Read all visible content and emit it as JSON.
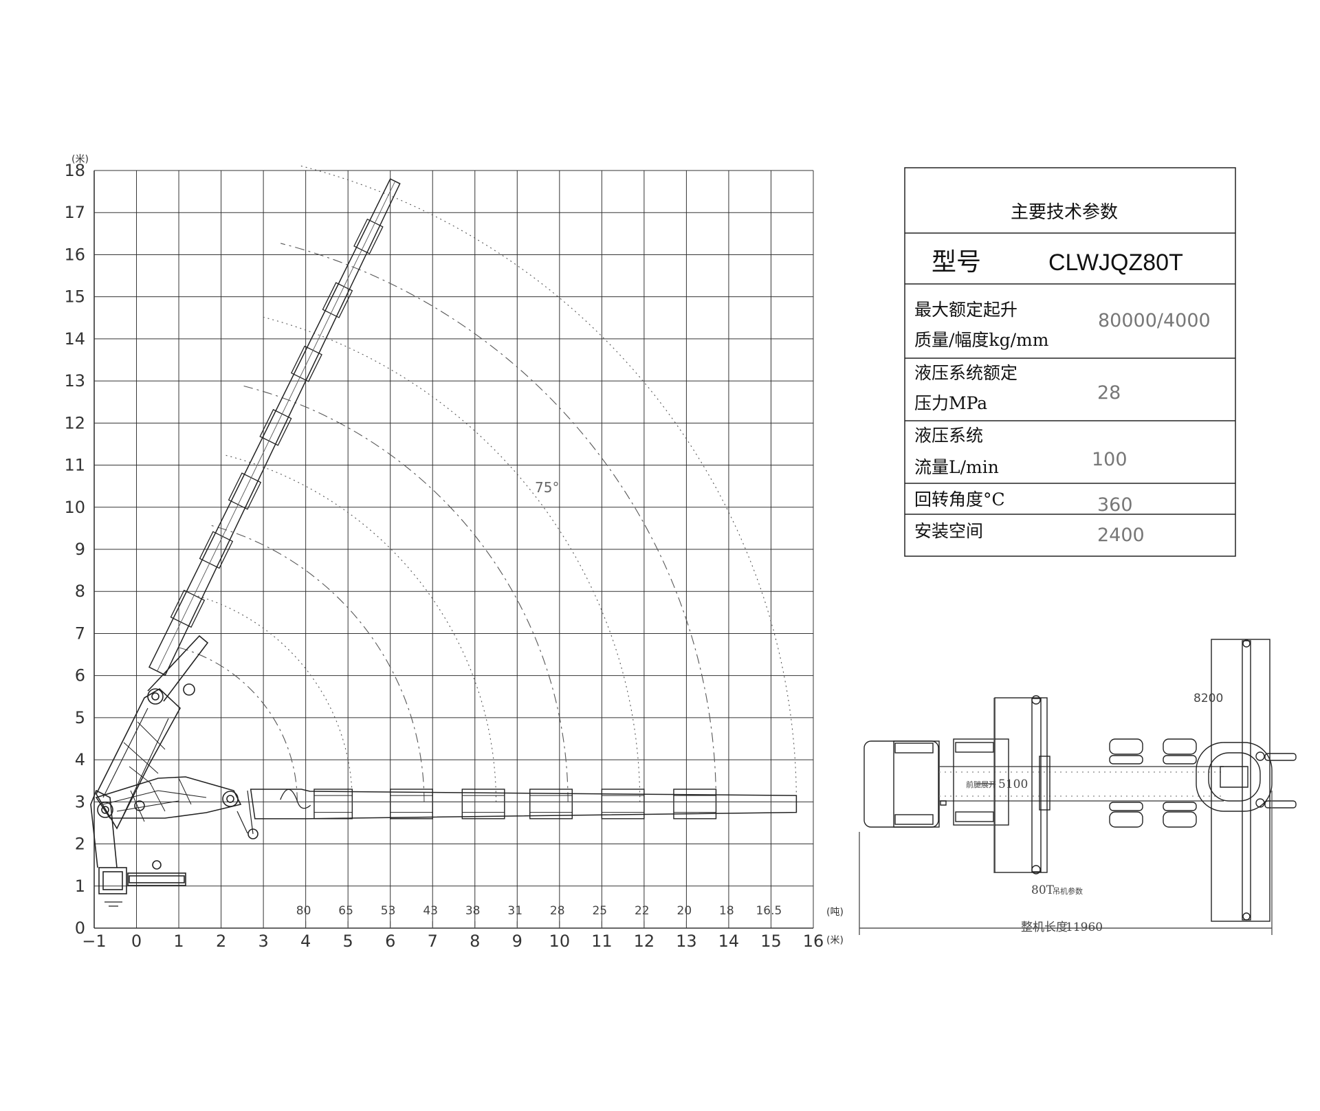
{
  "chart": {
    "y_unit": "(米)",
    "x_unit": "(米)",
    "capacity_unit": "(吨)",
    "y_ticks": [
      "0",
      "1",
      "2",
      "3",
      "4",
      "5",
      "6",
      "7",
      "8",
      "9",
      "10",
      "11",
      "12",
      "13",
      "14",
      "15",
      "16",
      "17",
      "18"
    ],
    "x_ticks": [
      "−1",
      "0",
      "1",
      "2",
      "3",
      "4",
      "5",
      "6",
      "7",
      "8",
      "9",
      "10",
      "11",
      "12",
      "13",
      "14",
      "15",
      "16"
    ],
    "angle_label": "75°",
    "capacity_labels": [
      {
        "radius": 4,
        "value": "80"
      },
      {
        "radius": 5,
        "value": "65"
      },
      {
        "radius": 6,
        "value": "53"
      },
      {
        "radius": 7,
        "value": "43"
      },
      {
        "radius": 8,
        "value": "38"
      },
      {
        "radius": 9,
        "value": "31"
      },
      {
        "radius": 10,
        "value": "28"
      },
      {
        "radius": 11,
        "value": "25"
      },
      {
        "radius": 12,
        "value": "22"
      },
      {
        "radius": 13,
        "value": "20"
      },
      {
        "radius": 14,
        "value": "18"
      },
      {
        "radius": 15,
        "value": "16.5"
      }
    ],
    "arc_reaches_m": [
      3.8,
      5.1,
      6.8,
      8.5,
      10.2,
      11.9,
      13.7,
      15.6
    ]
  },
  "spec_table": {
    "title": "主要技术参数",
    "model_label": "型号",
    "model_value": "CLWJQZ80T",
    "rows": [
      {
        "label1": "最大额定起升",
        "label2": "质量/幅度kg/mm",
        "value": "80000/4000"
      },
      {
        "label1": "液压系统额定",
        "label2": "压力MPa",
        "value": "28"
      },
      {
        "label1": "液压系统",
        "label2": "流量L/min",
        "value": "100"
      },
      {
        "label1": "回转角度°C",
        "label2": "",
        "value": "360"
      },
      {
        "label1": "安装空间",
        "label2": "",
        "value": "2400"
      }
    ]
  },
  "plan_view": {
    "outrigger_span_rear": "8200",
    "front_leg_label": "前腿展开",
    "front_leg_span": "5100",
    "crane_model": "80T",
    "crane_note": "吊机参数",
    "length_label": "整机长度",
    "length_value": "11960"
  }
}
